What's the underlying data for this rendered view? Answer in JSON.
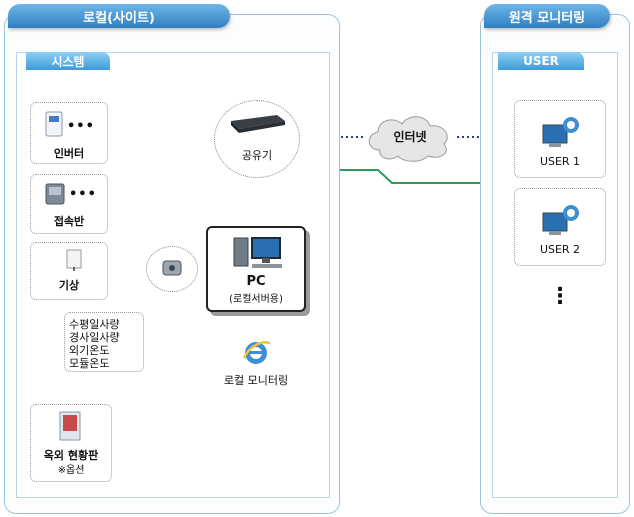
{
  "local_site": {
    "title": "로컬(사이트)",
    "system_label": "시스템"
  },
  "remote": {
    "title": "원격 모니터링",
    "user_label": "USER"
  },
  "devices": {
    "inverter": "인버터",
    "junction_box": "접속반",
    "weather": "기상",
    "weather_items": [
      "수평일사량",
      "경사일사량",
      "외기온도",
      "모듈온도"
    ],
    "outdoor_board": "옥외 현황판",
    "outdoor_board_note": "※옵션"
  },
  "router": {
    "label": "공유기"
  },
  "internet": {
    "label": "인터넷"
  },
  "pc": {
    "title": "PC",
    "subtitle": "(로컬서버용)"
  },
  "local_monitoring": {
    "label": "로컬 모니터링"
  },
  "users": [
    "USER 1",
    "USER 2"
  ],
  "users_more": "⋮",
  "dots_symbol": "•••",
  "colors": {
    "accent": "#2f7fc2",
    "orange_line": "#f07b1e",
    "green_line": "#2e9a5c",
    "purple_line": "#9c6ee8",
    "dotted_line": "#2a3a8c"
  }
}
